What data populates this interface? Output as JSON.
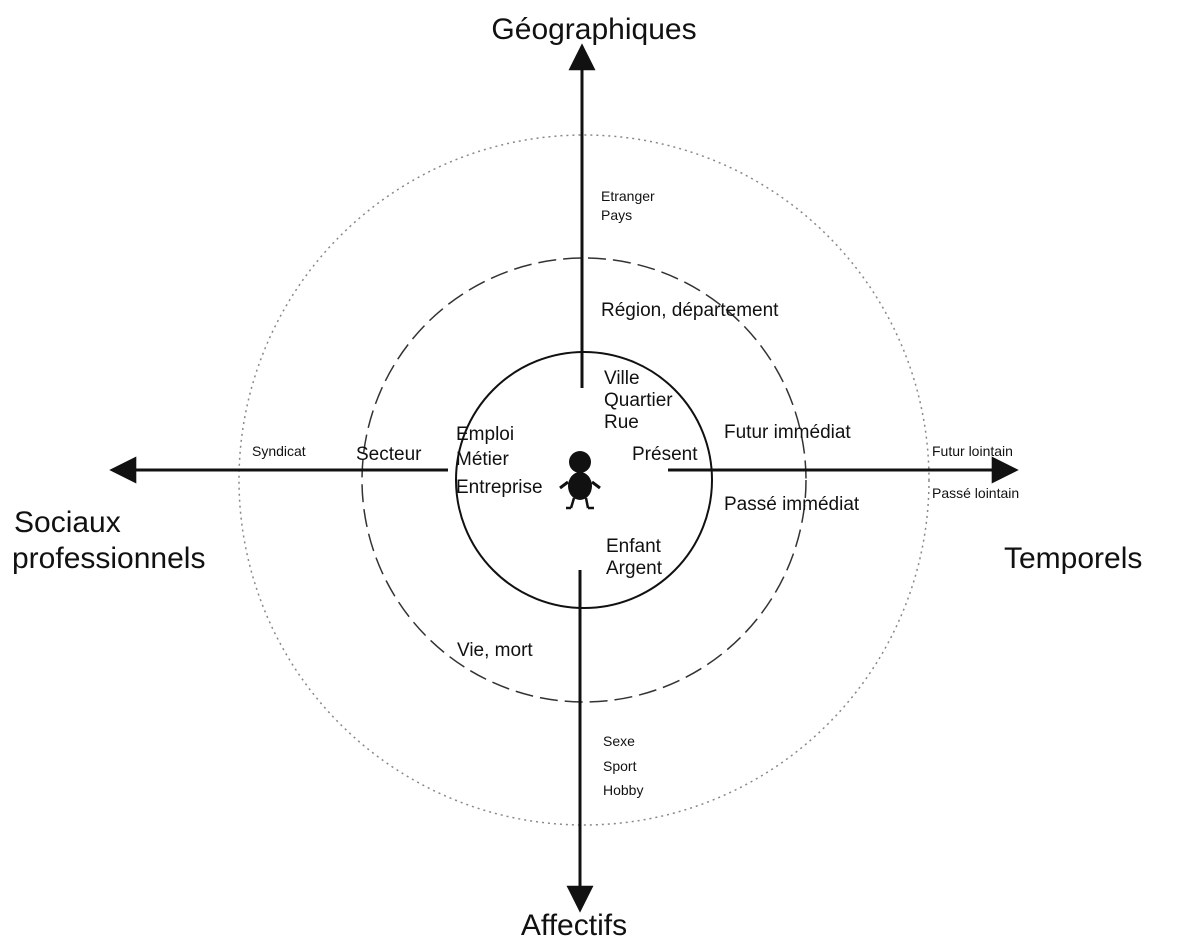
{
  "axes": {
    "top": "Géographiques",
    "bottom": "Affectifs",
    "left_line1": "Sociaux",
    "left_line2": "professionnels",
    "right": "Temporels"
  },
  "geographic": {
    "outer_1": "Etranger",
    "outer_2": "Pays",
    "middle": "Région, département",
    "inner_1": "Ville",
    "inner_2": "Quartier",
    "inner_3": "Rue"
  },
  "social": {
    "outer": "Syndicat",
    "middle": "Secteur",
    "inner_1": "Emploi",
    "inner_2": "Métier",
    "inner_3": "Entreprise"
  },
  "temporal": {
    "inner": "Présent",
    "middle_future": "Futur immédiat",
    "middle_past": "Passé immédiat",
    "outer_future": "Futur lointain",
    "outer_past": "Passé lointain"
  },
  "affective": {
    "inner_1": "Enfant",
    "inner_2": "Argent",
    "middle": "Vie, mort",
    "outer_1": "Sexe",
    "outer_2": "Sport",
    "outer_3": "Hobby"
  },
  "colors": {
    "ink": "#111111",
    "dotted": "#888888"
  },
  "icons": {
    "center": "person-icon"
  }
}
